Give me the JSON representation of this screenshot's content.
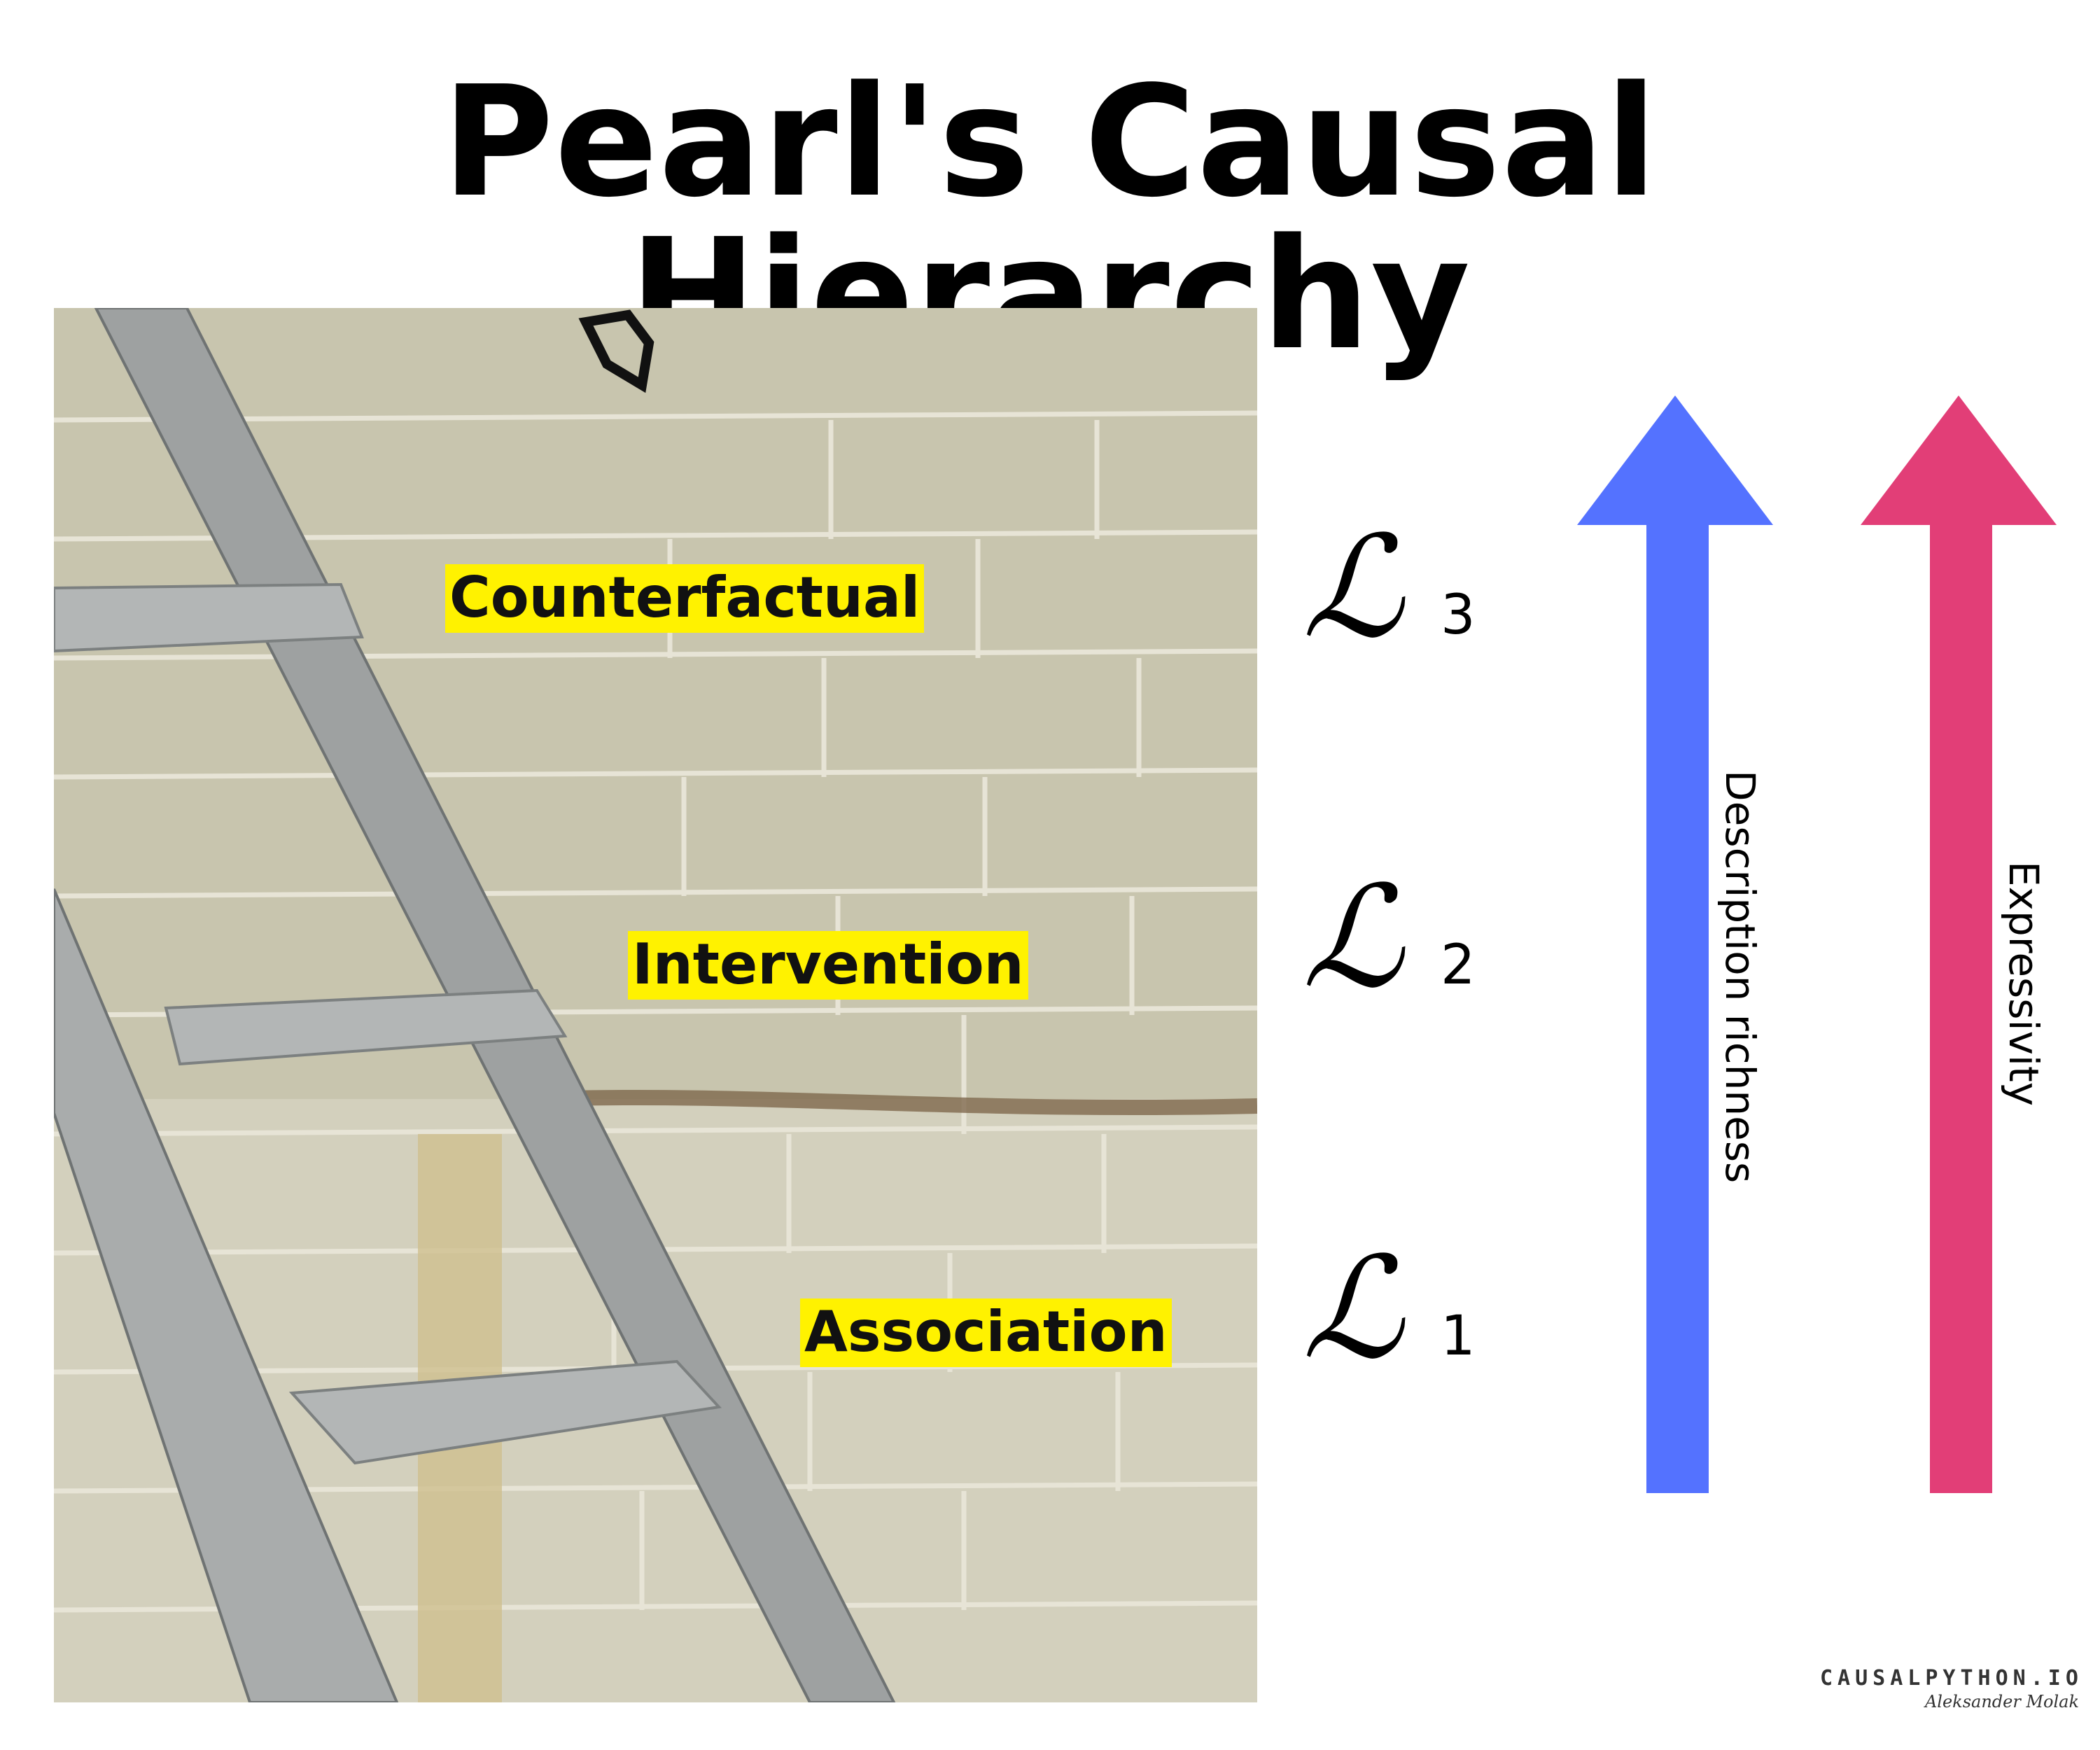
{
  "title": "Pearl's Causal Hierarchy",
  "photo": {
    "rungs": [
      {
        "label": "Counterfactual"
      },
      {
        "label": "Intervention"
      },
      {
        "label": "Association"
      }
    ]
  },
  "levels": [
    {
      "symbol": "ℒ",
      "index": "3"
    },
    {
      "symbol": "ℒ",
      "index": "2"
    },
    {
      "symbol": "ℒ",
      "index": "1"
    }
  ],
  "arrows": [
    {
      "label": "Description richness",
      "color": "#5472ff"
    },
    {
      "label": "Expressivity",
      "color": "#e23e77"
    }
  ],
  "colors": {
    "highlight": "#fff200",
    "wall": "#c9c6b0",
    "ladder": "#a5a8a8"
  },
  "brand": {
    "name": "CAUSALPYTHON.IO",
    "signature": "Aleksander Molak"
  }
}
